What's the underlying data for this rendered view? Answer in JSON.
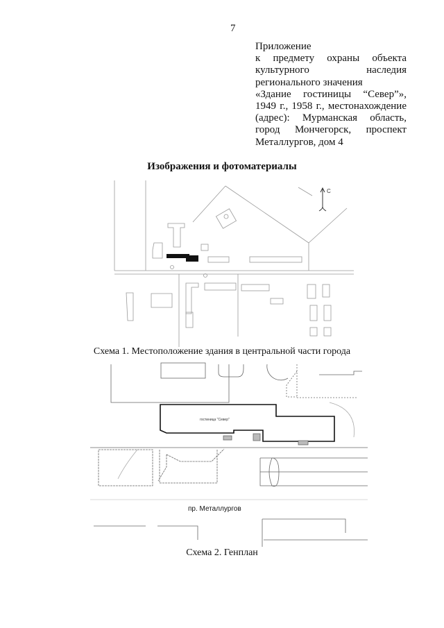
{
  "page_number": "7",
  "appendix_lines": [
    "Приложение",
    "к предмету охраны объекта",
    "культурного наследия",
    "регионального значения",
    "«Здание гостиницы “Север”»,",
    "1949 г., 1958 г., местонахождение",
    "(адрес): Мурманская область,",
    "город Мончегорск, проспект",
    "Металлургов, дом 4"
  ],
  "heading": "Изображения и фотоматериалы",
  "scheme1": {
    "caption": "Схема 1. Местоположение здания в центральной части города",
    "north_label": "С"
  },
  "scheme2": {
    "caption": "Схема 2. Генплан",
    "building_label": "гостиница \"Север\"",
    "street_label": "пр. Металлургов"
  }
}
